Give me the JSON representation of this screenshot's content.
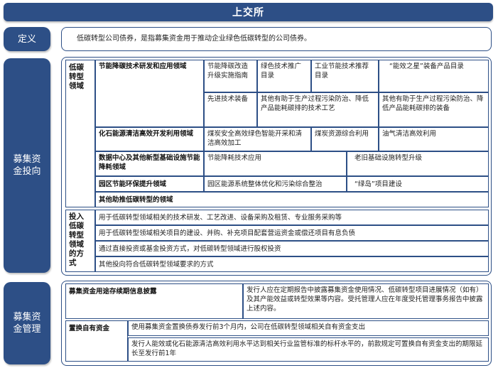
{
  "title": "上交所",
  "definition": {
    "label": "定义",
    "text": "低碳转型公司债券，是指募集资金用于推动企业绿色低碳转型的公司债券。"
  },
  "investment": {
    "label": "募集资\n金投向",
    "domains_label": "低碳\n转型\n领域",
    "rows": [
      {
        "name": "节能降碳技术研发和应用领域",
        "items": [
          "节能降碳改造升级实施指南",
          "绿色技术推广目录",
          "工业节能技术推荐目录",
          "“能效之星”装备产品目录",
          "先进技术装备",
          "其他有助于生产过程污染防治、降低产品能耗碳排的技术工艺",
          "其他有助于生产过程污染防治、降低产品能耗碳排的装备"
        ]
      },
      {
        "name": "化石能源清洁高效开发利用领域",
        "items": [
          "煤炭安全高效绿色智能开采和清洁高效加工",
          "煤炭资源综合利用",
          "油气清洁高效利用"
        ]
      },
      {
        "name": "数据中心及其他新型基础设施节能降耗领域",
        "items": [
          "节能降耗技术应用",
          "老旧基础设施转型升级"
        ]
      },
      {
        "name": "园区节能环保提升领域",
        "items": [
          "园区能源系统整体优化和污染综合整治",
          "“绿岛”项目建设"
        ]
      },
      {
        "name": "其他助推低碳转型的领域",
        "items": []
      }
    ],
    "methods_label": "投入\n低碳\n转型\n领域\n的方\n式",
    "methods": [
      "用于低碳转型领域相关的技术研发、工艺改进、设备采购及租赁、专业服务采购等",
      "用于低碳转型领域相关项目的建设、并购、补充项目配套营运资金或偿还项目有息负债",
      "通过直接投资或基金投资方式，对低碳转型领域进行股权投资",
      "其他投向符合低碳转型领域要求的方式"
    ]
  },
  "management": {
    "label": "募集资\n金管理",
    "disclosure_name": "募集资金用途存续期信息披露",
    "disclosure_text": "发行人应在定期报告中披露募集资金使用情况、低碳转型项目进展情况（如有）及其产能效益或转型效果等内容。受托管理人应在年度受托管理事务报告中披露上述内容。",
    "replace_name": "置换自有资金",
    "replace_text_1": "使用募集资金置换债券发行前3个月内，公司在低碳转型领域相关自有资金支出",
    "replace_text_2": "发行人能效或化石能源清洁高效利用水平达到相关行业监管标准的标杆水平的，前款规定可置换自有资金支出的期限延长至发行前1年"
  }
}
